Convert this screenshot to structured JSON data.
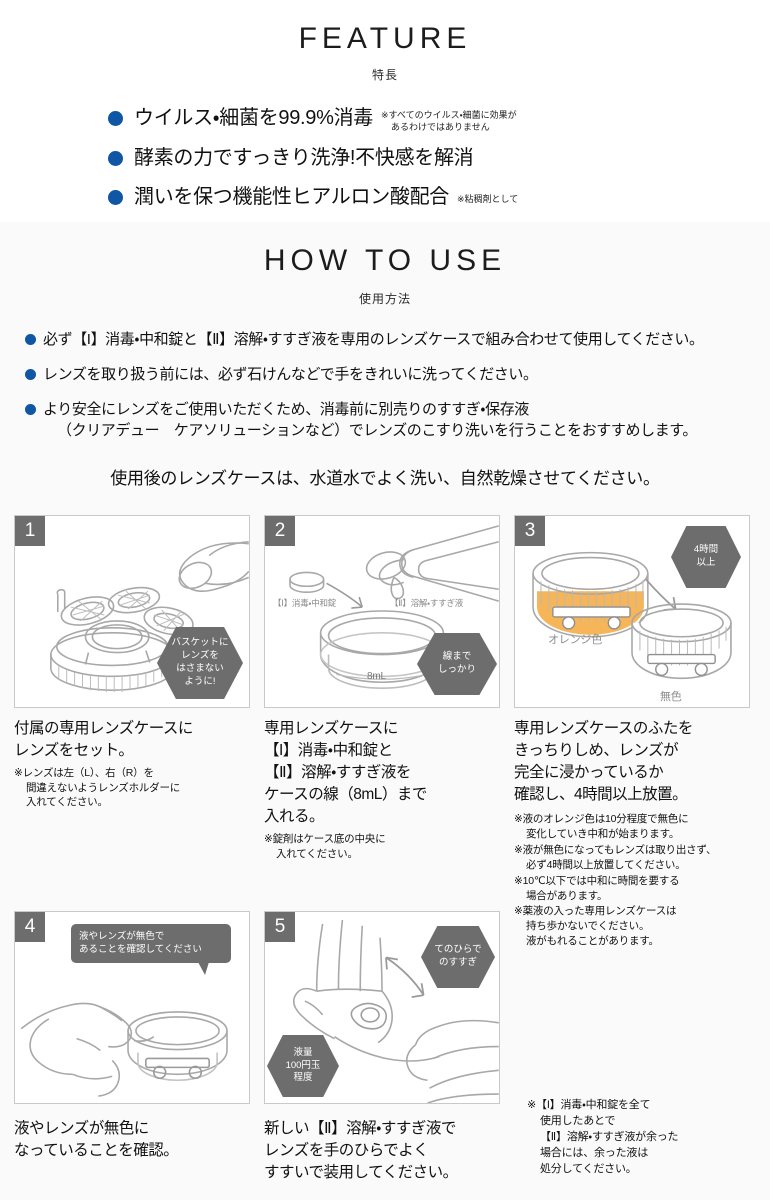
{
  "colors": {
    "bullet_blue": "#0f56a5",
    "callout_gray": "#6d6d6d",
    "panel_border": "#c9c9c9",
    "section_bg": "#fafafa",
    "orange": "#f5a83c"
  },
  "feature": {
    "title": "FEATURE",
    "subtitle": "特長",
    "items": [
      {
        "text": "ウイルス・細菌を99.9%消毒",
        "note_line1": "※すべてのウイルス・細菌に効果が",
        "note_line2": "あるわけではありません"
      },
      {
        "text": "酵素の力ですっきり洗浄!不快感を解消",
        "note_line1": "",
        "note_line2": ""
      },
      {
        "text": "潤いを保つ機能性ヒアルロン酸配合",
        "note_line1": "※粘稠剤として",
        "note_line2": ""
      }
    ]
  },
  "howto": {
    "title": "HOW TO USE",
    "subtitle": "使用方法",
    "items": [
      {
        "line1": "必ず【I】消毒・中和錠と【Ⅱ】溶解・すすぎ液を専用のレンズケースで組み合わせて使用してください。",
        "line2": ""
      },
      {
        "line1": "レンズを取り扱う前には、必ず石けんなどで手をきれいに洗ってください。",
        "line2": ""
      },
      {
        "line1": "より安全にレンズをご使用いただくため、消毒前に別売りのすすぎ・保存液",
        "line2": "（クリアデュー　ケアソリューションなど）でレンズのこすり洗いを行うことをおすすめします。"
      }
    ],
    "final_line": "使用後のレンズケースは、水道水でよく洗い、自然乾燥させてください。"
  },
  "steps": [
    {
      "number": "1",
      "callouts": [
        {
          "kind": "hex",
          "text": "バスケットに\nレンズを\nはさまない\nように!"
        }
      ],
      "mini_labels": [],
      "caption_lines": [
        "付属の専用レンズケースに",
        "レンズをセット。"
      ],
      "caption_notes": [
        {
          "head": "※レンズは左（L）、右（R）を",
          "indent": [
            "間違えないようレンズホルダーに",
            "入れてください。"
          ]
        }
      ]
    },
    {
      "number": "2",
      "callouts": [
        {
          "kind": "hex",
          "text": "線まで\nしっかり"
        }
      ],
      "mini_labels": [
        {
          "text": "【Ⅰ】消毒・中和錠"
        },
        {
          "text": "【Ⅱ】溶解・すすぎ液"
        },
        {
          "text": "8mL"
        }
      ],
      "caption_lines": [
        "専用レンズケースに",
        "【I】消毒・中和錠と",
        "【Ⅱ】溶解・すすぎ液を",
        "ケースの線（8mL）まで",
        "入れる。"
      ],
      "caption_notes": [
        {
          "head": "※錠剤はケース底の中央に",
          "indent": [
            "入れてください。"
          ]
        }
      ]
    },
    {
      "number": "3",
      "callouts": [
        {
          "kind": "hex",
          "text": "4時間\n以上"
        }
      ],
      "mini_labels": [
        {
          "text": "オレンジ色"
        },
        {
          "text": "無色"
        }
      ],
      "caption_lines": [
        "専用レンズケースのふたを",
        "きっちりしめ、レンズが",
        "完全に浸かっているか",
        "確認し、4時間以上放置。"
      ],
      "caption_notes": [
        {
          "head": "※液のオレンジ色は10分程度で無色に",
          "indent": [
            "変化していき中和が始まります。"
          ]
        },
        {
          "head": "※液が無色になってもレンズは取り出さず、",
          "indent": [
            "必ず4時間以上放置してください。"
          ]
        },
        {
          "head": "※10℃以下では中和に時間を要する",
          "indent": [
            "場合があります。"
          ]
        },
        {
          "head": "※薬液の入った専用レンズケースは",
          "indent": [
            "持ち歩かないでください。",
            "液がもれることがあります。"
          ]
        }
      ]
    },
    {
      "number": "4",
      "callouts": [
        {
          "kind": "bubble",
          "text": "液やレンズが無色で\nあることを確認してください"
        }
      ],
      "mini_labels": [],
      "caption_lines": [
        "液やレンズが無色に",
        "なっていることを確認。"
      ],
      "caption_notes": []
    },
    {
      "number": "5",
      "callouts": [
        {
          "kind": "hex",
          "text": "てのひらで\nのすすぎ"
        },
        {
          "kind": "hex",
          "text": "液量\n100円玉\n程度"
        }
      ],
      "mini_labels": [],
      "caption_lines": [
        "新しい【Ⅱ】溶解・すすぎ液で",
        "レンズを手のひらでよく",
        "すすいで装用してください。"
      ],
      "caption_notes": []
    }
  ],
  "final_note": {
    "head": "※【I】消毒・中和錠を全て",
    "indent": [
      "使用したあとで",
      "【Ⅱ】溶解・すすぎ液が余った",
      "場合には、余った液は",
      "処分してください。"
    ]
  }
}
